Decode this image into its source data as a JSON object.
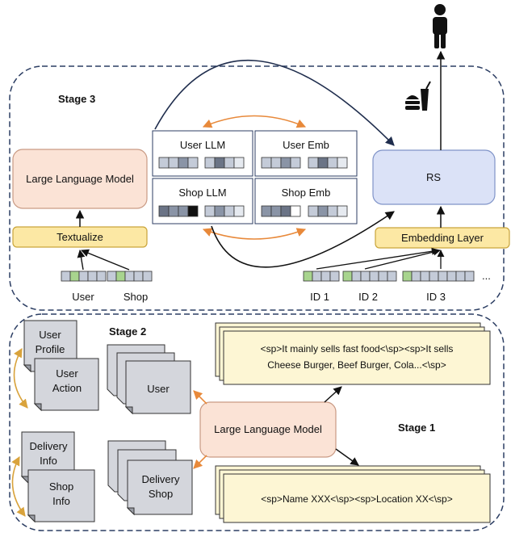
{
  "stages": {
    "stage3": "Stage 3",
    "stage2": "Stage 2",
    "stage1": "Stage 1"
  },
  "stage3": {
    "llm_box": "Large Language Model",
    "textualize": "Textualize",
    "user_llm": "User LLM",
    "user_emb": "User Emb",
    "shop_llm": "Shop LLM",
    "shop_emb": "Shop Emb",
    "rs": "RS",
    "embedding_layer": "Embedding Layer",
    "user_label": "User",
    "shop_label": "Shop",
    "id1": "ID 1",
    "id2": "ID 2",
    "id3": "ID 3",
    "ellipsis": "..."
  },
  "stage2": {
    "user_profile_1": "User",
    "user_profile_2": "Profile",
    "user_action_1": "User",
    "user_action_2": "Action",
    "user_stack": "User",
    "delivery_info_1": "Delivery",
    "delivery_info_2": "Info",
    "shop_info_1": "Shop",
    "shop_info_2": "Info",
    "delivery_shop_1": "Delivery",
    "delivery_shop_2": "Shop"
  },
  "stage1": {
    "llm_box": "Large Language Model",
    "shop_text_line1": "<sp>It mainly sells fast food<\\sp><sp>It sells",
    "shop_text_line2": "Cheese Burger, Beef Burger, Cola...<\\sp>",
    "name_text": "<sp>Name XXX<\\sp><sp>Location XX<\\sp>"
  },
  "colors": {
    "llm_fill": "#fbe3d6",
    "yellow_fill": "#fce8a4",
    "rs_fill": "#dbe2f7",
    "green_cell": "#a8d48e",
    "orange_arrow": "#e8893a",
    "gold_arrow": "#d9a33c",
    "navy_line": "#1f2d4d"
  },
  "icons": [
    "person-icon",
    "food-icon"
  ]
}
